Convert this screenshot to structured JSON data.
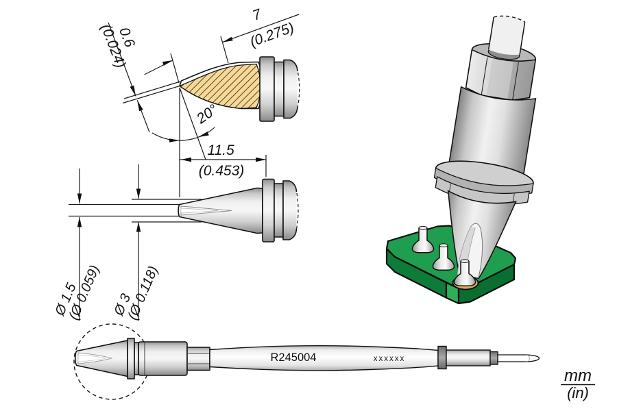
{
  "drawing": {
    "product_code": "R245004",
    "marking_placeholder": "xxxxxx",
    "units": {
      "metric": "mm",
      "imperial": "(in)"
    },
    "dimensions": {
      "tip_thickness_mm": "0.6",
      "tip_thickness_in": "(0.024)",
      "face_length_mm": "7",
      "face_length_in": "(0.275)",
      "face_angle": "20°",
      "tip_length_mm": "11.5",
      "tip_length_in": "(0.453)",
      "tip_diameter_mm": "Ø 1.5",
      "tip_diameter_in": "(Ø 0.059)",
      "shaft_diameter_mm": "Ø 3",
      "shaft_diameter_in": "(Ø 0.118)"
    },
    "colors": {
      "copper_section": "#f6d998",
      "hatch_line": "#55431f",
      "pcb_top": "#1e9e4e",
      "pcb_side": "#0e7c39",
      "pcb_side_dark": "#0a6e31",
      "pcb_chamfer": "#2fae58",
      "pad_gold": "#d9ac62",
      "outline": "#111111"
    }
  }
}
